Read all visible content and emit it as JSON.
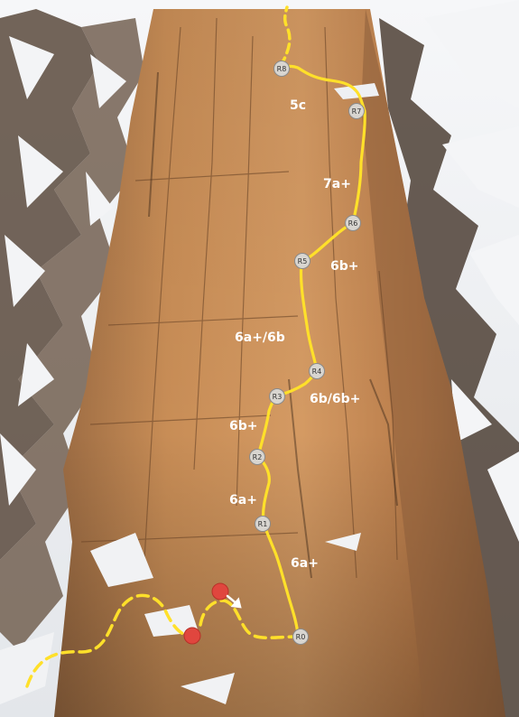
{
  "colors": {
    "route_line": "#ffe02a",
    "belay_fill": "#d8d5d0",
    "belay_stroke": "#8a8a8a",
    "marker_red": "#e0463e",
    "rock_main": "#c98a52",
    "snow": "#f4f5f7",
    "label_text": "#ffffff"
  },
  "belays": [
    {
      "id": "r0",
      "label": "R0"
    },
    {
      "id": "r1",
      "label": "R1"
    },
    {
      "id": "r2",
      "label": "R2"
    },
    {
      "id": "r3",
      "label": "R3"
    },
    {
      "id": "r4",
      "label": "R4"
    },
    {
      "id": "r5",
      "label": "R5"
    },
    {
      "id": "r6",
      "label": "R6"
    },
    {
      "id": "r7",
      "label": "R7"
    },
    {
      "id": "r8",
      "label": "R8"
    }
  ],
  "pitch_grades": [
    {
      "id": "r0-r1",
      "grade": "6a+"
    },
    {
      "id": "r1-r2",
      "grade": "6a+"
    },
    {
      "id": "r2-r3",
      "grade": "6b+"
    },
    {
      "id": "r3-r4",
      "grade": "6b/6b+"
    },
    {
      "id": "r4-r5",
      "grade": "6a+/6b"
    },
    {
      "id": "r5-r6",
      "grade": "6b+"
    },
    {
      "id": "r6-r7",
      "grade": "7a+"
    },
    {
      "id": "r7-r8",
      "grade": "5c"
    }
  ],
  "markers": [
    {
      "id": "approach-marker-left",
      "type": "red-dot"
    },
    {
      "id": "approach-marker-right",
      "type": "red-dot"
    },
    {
      "id": "approach-arrow",
      "type": "white-arrow"
    }
  ]
}
